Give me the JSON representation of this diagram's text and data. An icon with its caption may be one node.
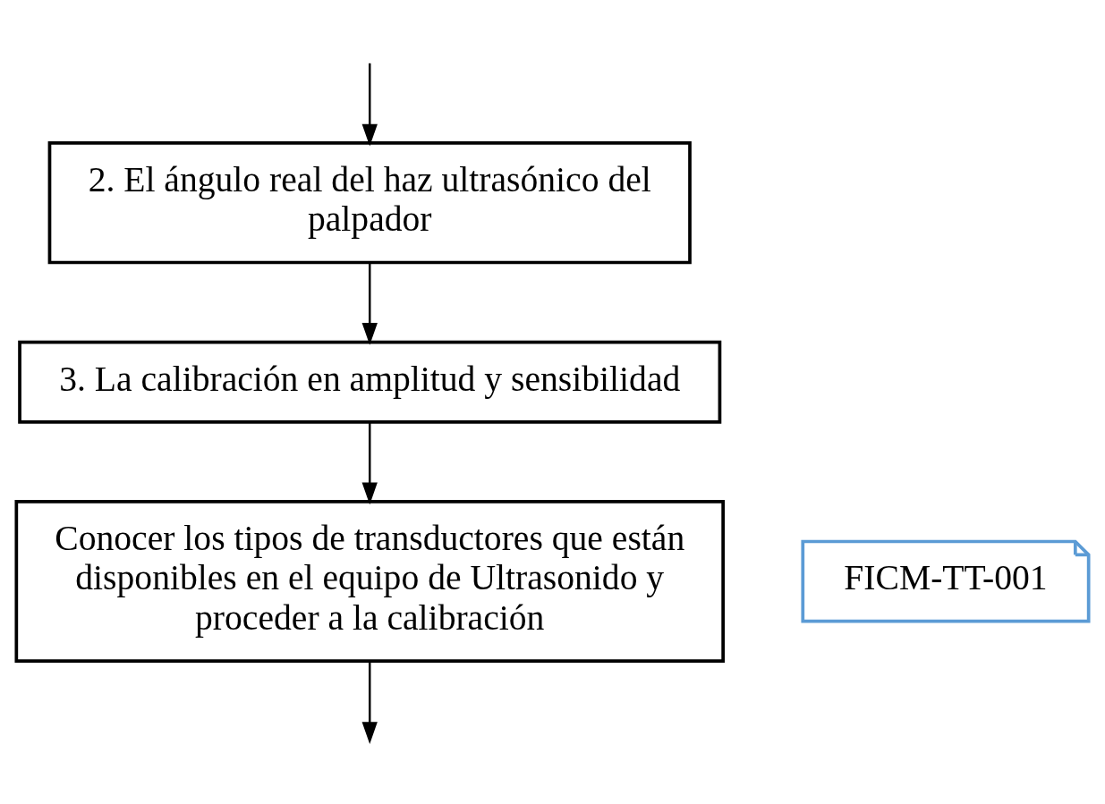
{
  "diagram": {
    "nodes": [
      {
        "text": [
          "2. El ángulo real del haz ultrasónico del palpador"
        ]
      },
      {
        "text": [
          "3. La calibración en amplitud y sensibilidad"
        ]
      },
      {
        "text": [
          "Conocer los tipos de transductores que están disponibles en el equipo de Ultrasonido y proceder a la calibración"
        ]
      },
      {
        "text": [
          "FICM-TT-001"
        ]
      }
    ],
    "edges": [
      {
        "from": null,
        "to": 0,
        "arrow": "to"
      },
      {
        "from": 0,
        "to": 1,
        "arrow": "to"
      },
      {
        "from": 1,
        "to": 2,
        "arrow": "to"
      },
      {
        "from": 2,
        "to": null,
        "arrow": "to"
      }
    ]
  }
}
